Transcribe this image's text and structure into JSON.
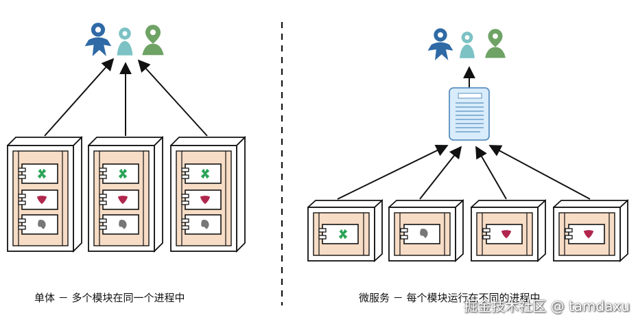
{
  "captions": {
    "monolith": "单体 － 多个模块在同一个进程中",
    "microservices": "微服务 － 每个模块运行在不同的进程中"
  },
  "watermark": "掘金技术社区 @ tamdaxu",
  "colors": {
    "user_blue": "#2f6aa6",
    "user_teal": "#7cc2c4",
    "user_green": "#6ea365",
    "server_fill": "#f7dcc6",
    "module_x": "#2aa357",
    "module_heart": "#b0264c",
    "module_blob": "#777777",
    "doc_fill": "#d8ecfb"
  },
  "icons": [
    "user-star-icon",
    "user-pawn-icon",
    "user-pin-icon",
    "x-icon",
    "heart-icon",
    "blob-icon",
    "document-icon"
  ]
}
